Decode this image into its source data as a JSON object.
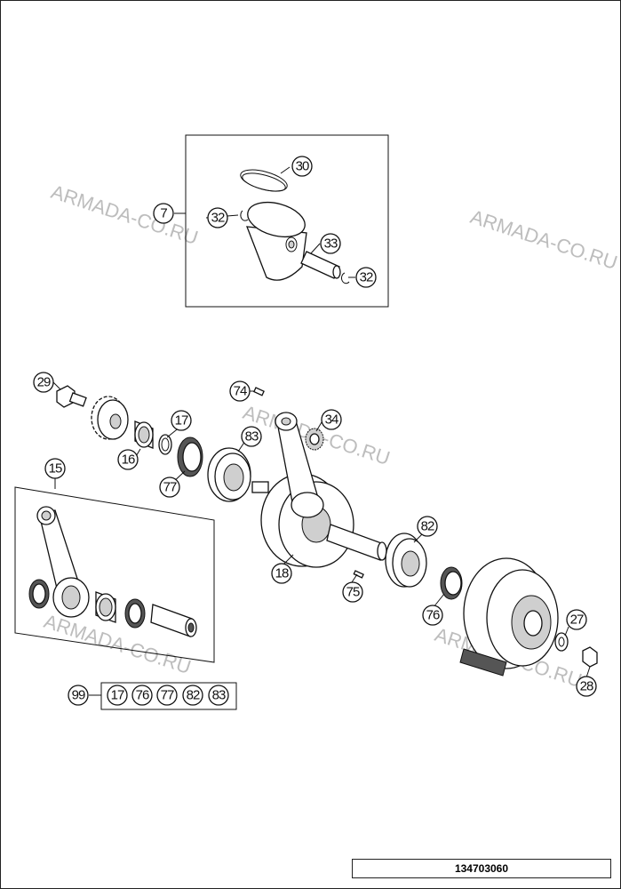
{
  "watermark": "ARMADA-CO.RU",
  "document_number": "134703060",
  "callouts": {
    "c7": "7",
    "c30": "30",
    "c32a": "32",
    "c33": "33",
    "c32b": "32",
    "c29": "29",
    "c74": "74",
    "c17a": "17",
    "c34": "34",
    "c83a": "83",
    "c16": "16",
    "c77a": "77",
    "c15": "15",
    "c82a": "82",
    "c18": "18",
    "c75": "75",
    "c76a": "76",
    "c27": "27",
    "c28": "28",
    "c99": "99",
    "k17": "17",
    "k76": "76",
    "k77": "77",
    "k82": "82",
    "k83": "83"
  }
}
